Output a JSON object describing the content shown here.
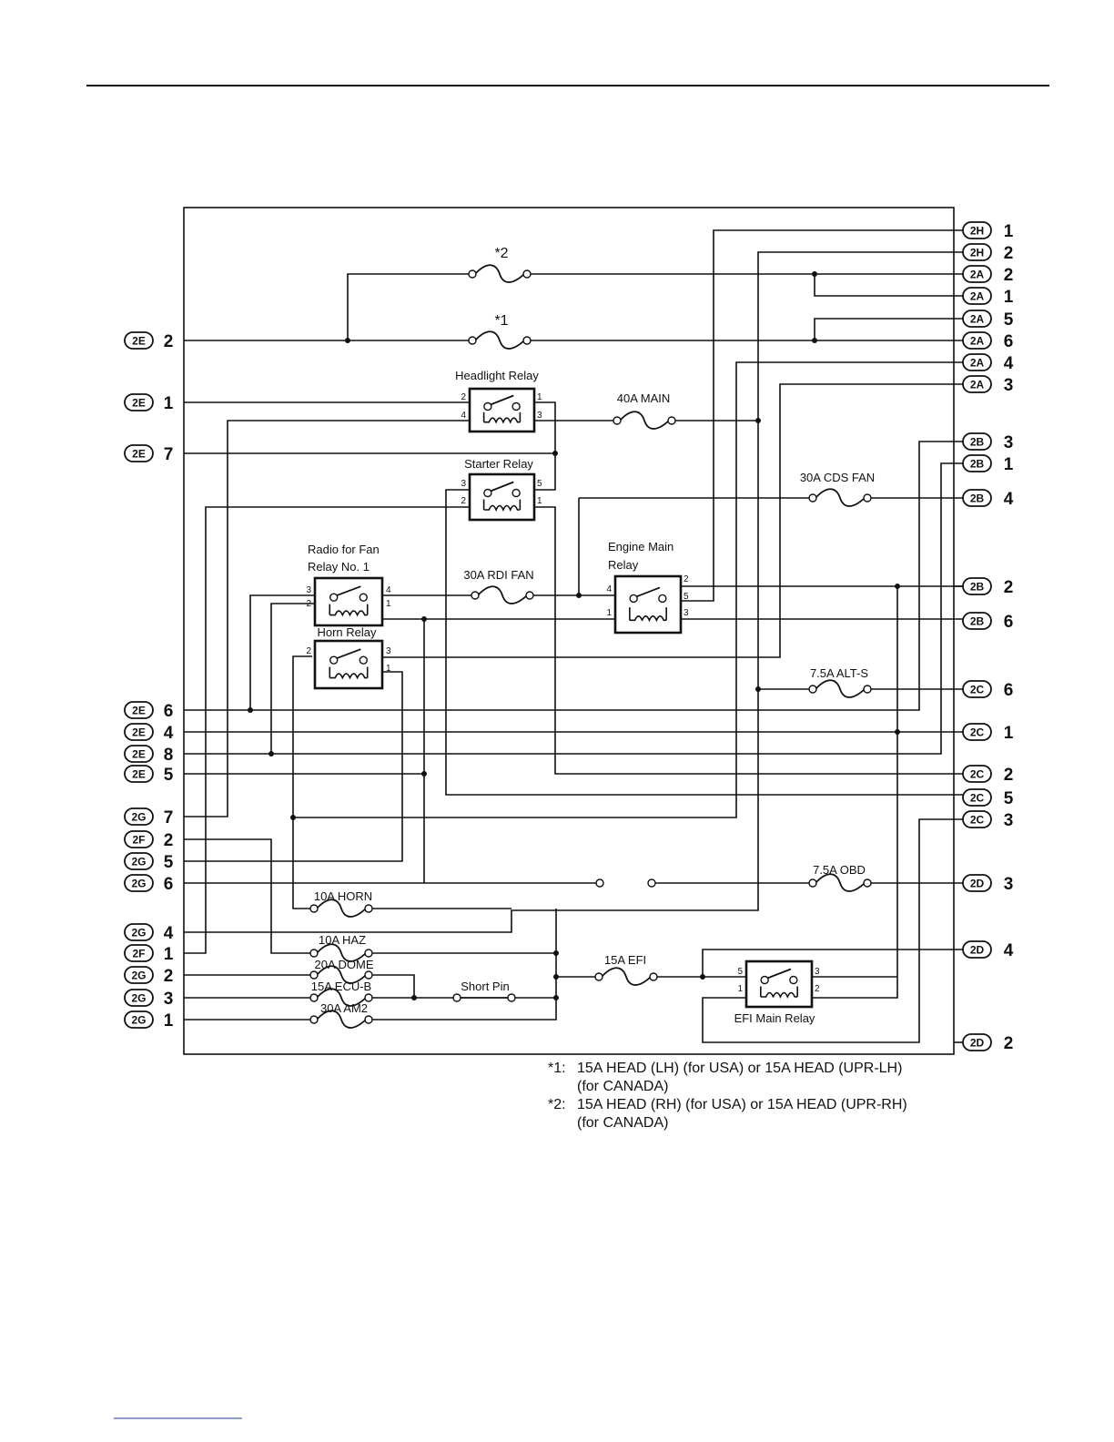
{
  "fuses": [
    {
      "id": "fuse-head-rh",
      "label": "*2"
    },
    {
      "id": "fuse-head-lh",
      "label": "*1"
    },
    {
      "id": "fuse-40a-main",
      "label": "40A MAIN"
    },
    {
      "id": "fuse-30a-cds-fan",
      "label": "30A CDS FAN"
    },
    {
      "id": "fuse-30a-rdi-fan",
      "label": "30A RDI FAN"
    },
    {
      "id": "fuse-7-5a-alt-s",
      "label": "7.5A ALT-S"
    },
    {
      "id": "fuse-7-5a-obd",
      "label": "7.5A OBD"
    },
    {
      "id": "fuse-10a-horn",
      "label": "10A HORN"
    },
    {
      "id": "fuse-10a-haz",
      "label": "10A HAZ"
    },
    {
      "id": "fuse-20a-dome",
      "label": "20A DOME"
    },
    {
      "id": "fuse-15a-ecu-b",
      "label": "15A ECU-B"
    },
    {
      "id": "fuse-30a-am2",
      "label": "30A AM2"
    },
    {
      "id": "fuse-15a-efi",
      "label": "15A EFI"
    },
    {
      "id": "short-pin",
      "label": "Short Pin"
    }
  ],
  "relays": {
    "headlight": "Headlight Relay",
    "starter": "Starter Relay",
    "fan_line1": "Radio for Fan",
    "fan_line2": "Relay No. 1",
    "horn": "Horn Relay",
    "engine_line1": "Engine Main",
    "engine_line2": "Relay",
    "efi": "EFI Main Relay"
  },
  "pins": {
    "headlight": [
      "2",
      "1",
      "4",
      "3"
    ],
    "starter": [
      "3",
      "5",
      "2",
      "1"
    ],
    "fan": [
      "3",
      "4",
      "2",
      "1"
    ],
    "horn": [
      "2",
      "3",
      "1"
    ],
    "engine": [
      "2",
      "4",
      "5",
      "1",
      "3"
    ],
    "efi": [
      "5",
      "3",
      "1",
      "2"
    ]
  },
  "left_connectors": [
    {
      "id": "2E",
      "pin": "2"
    },
    {
      "id": "2E",
      "pin": "1"
    },
    {
      "id": "2E",
      "pin": "7"
    },
    {
      "id": "2E",
      "pin": "6"
    },
    {
      "id": "2E",
      "pin": "4"
    },
    {
      "id": "2E",
      "pin": "8"
    },
    {
      "id": "2E",
      "pin": "5"
    },
    {
      "id": "2G",
      "pin": "7"
    },
    {
      "id": "2F",
      "pin": "2"
    },
    {
      "id": "2G",
      "pin": "5"
    },
    {
      "id": "2G",
      "pin": "6"
    },
    {
      "id": "2G",
      "pin": "4"
    },
    {
      "id": "2F",
      "pin": "1"
    },
    {
      "id": "2G",
      "pin": "2"
    },
    {
      "id": "2G",
      "pin": "3"
    },
    {
      "id": "2G",
      "pin": "1"
    }
  ],
  "right_connectors": [
    {
      "id": "2H",
      "pin": "1"
    },
    {
      "id": "2H",
      "pin": "2"
    },
    {
      "id": "2A",
      "pin": "2"
    },
    {
      "id": "2A",
      "pin": "1"
    },
    {
      "id": "2A",
      "pin": "5"
    },
    {
      "id": "2A",
      "pin": "6"
    },
    {
      "id": "2A",
      "pin": "4"
    },
    {
      "id": "2A",
      "pin": "3"
    },
    {
      "id": "2B",
      "pin": "3"
    },
    {
      "id": "2B",
      "pin": "1"
    },
    {
      "id": "2B",
      "pin": "4"
    },
    {
      "id": "2B",
      "pin": "2"
    },
    {
      "id": "2B",
      "pin": "6"
    },
    {
      "id": "2C",
      "pin": "6"
    },
    {
      "id": "2C",
      "pin": "1"
    },
    {
      "id": "2C",
      "pin": "2"
    },
    {
      "id": "2C",
      "pin": "5"
    },
    {
      "id": "2C",
      "pin": "3"
    },
    {
      "id": "2D",
      "pin": "3"
    },
    {
      "id": "2D",
      "pin": "4"
    },
    {
      "id": "2D",
      "pin": "2"
    }
  ],
  "notes": {
    "n1_mark": "*1:",
    "n1_line1": "15A HEAD (LH) (for USA) or  15A HEAD (UPR-LH)",
    "n1_line2": "(for CANADA)",
    "n2_mark": "*2:",
    "n2_line1": "15A HEAD (RH) (for USA) or  15A HEAD (UPR-RH)",
    "n2_line2": "(for CANADA)"
  }
}
